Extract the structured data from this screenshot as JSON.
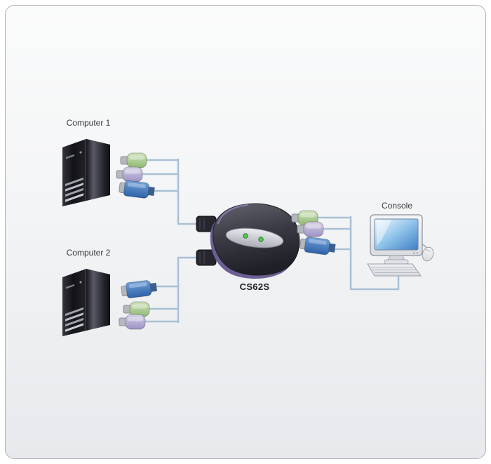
{
  "diagram": {
    "labels": {
      "computer1": "Computer 1",
      "computer2": "Computer 2",
      "kvm": "CS62S",
      "console": "Console"
    },
    "colors": {
      "cable": "#a9c0d6",
      "ps2_green": "#8fb973",
      "ps2_purple": "#9d91c6",
      "vga_blue": "#2d62a8",
      "led_green": "#54c854",
      "kvm_accent_purple": "#6b5f93",
      "device_body": "#3a3a44",
      "panel_border": "#adb1b6"
    }
  }
}
